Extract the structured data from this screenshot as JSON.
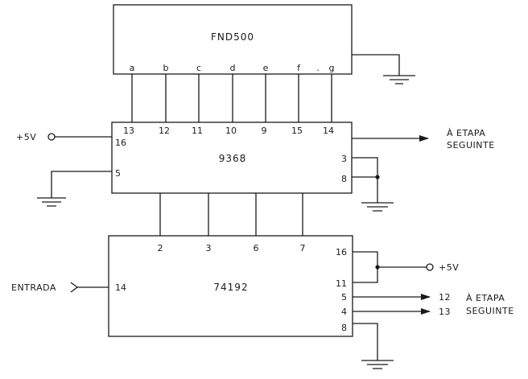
{
  "chips": {
    "display": {
      "name": "FND500",
      "pins": [
        "a",
        "b",
        "c",
        "d",
        "e",
        "f",
        ".",
        "g"
      ]
    },
    "decoder": {
      "name": "9368",
      "top_pins": [
        "13",
        "12",
        "11",
        "10",
        "9",
        "15",
        "14"
      ],
      "left_pins": [
        "16",
        "5"
      ],
      "right_pins": [
        "3",
        "8"
      ]
    },
    "counter": {
      "name": "74192",
      "top_pins": [
        "2",
        "3",
        "6",
        "7"
      ],
      "left_pins": [
        "14"
      ],
      "right_pins": [
        "16",
        "11",
        "5",
        "4",
        "8"
      ]
    }
  },
  "labels": {
    "vcc_left": "+5V",
    "vcc_right": "+5V",
    "next_stage_top_line1": "À ETAPA",
    "next_stage_top_line2": "SEGUINTE",
    "input": "ENTRADA",
    "output_12": "12",
    "output_13": "13",
    "next_stage_bottom_line1": "À ETAPA",
    "next_stage_bottom_line2": "SEGUINTE"
  }
}
